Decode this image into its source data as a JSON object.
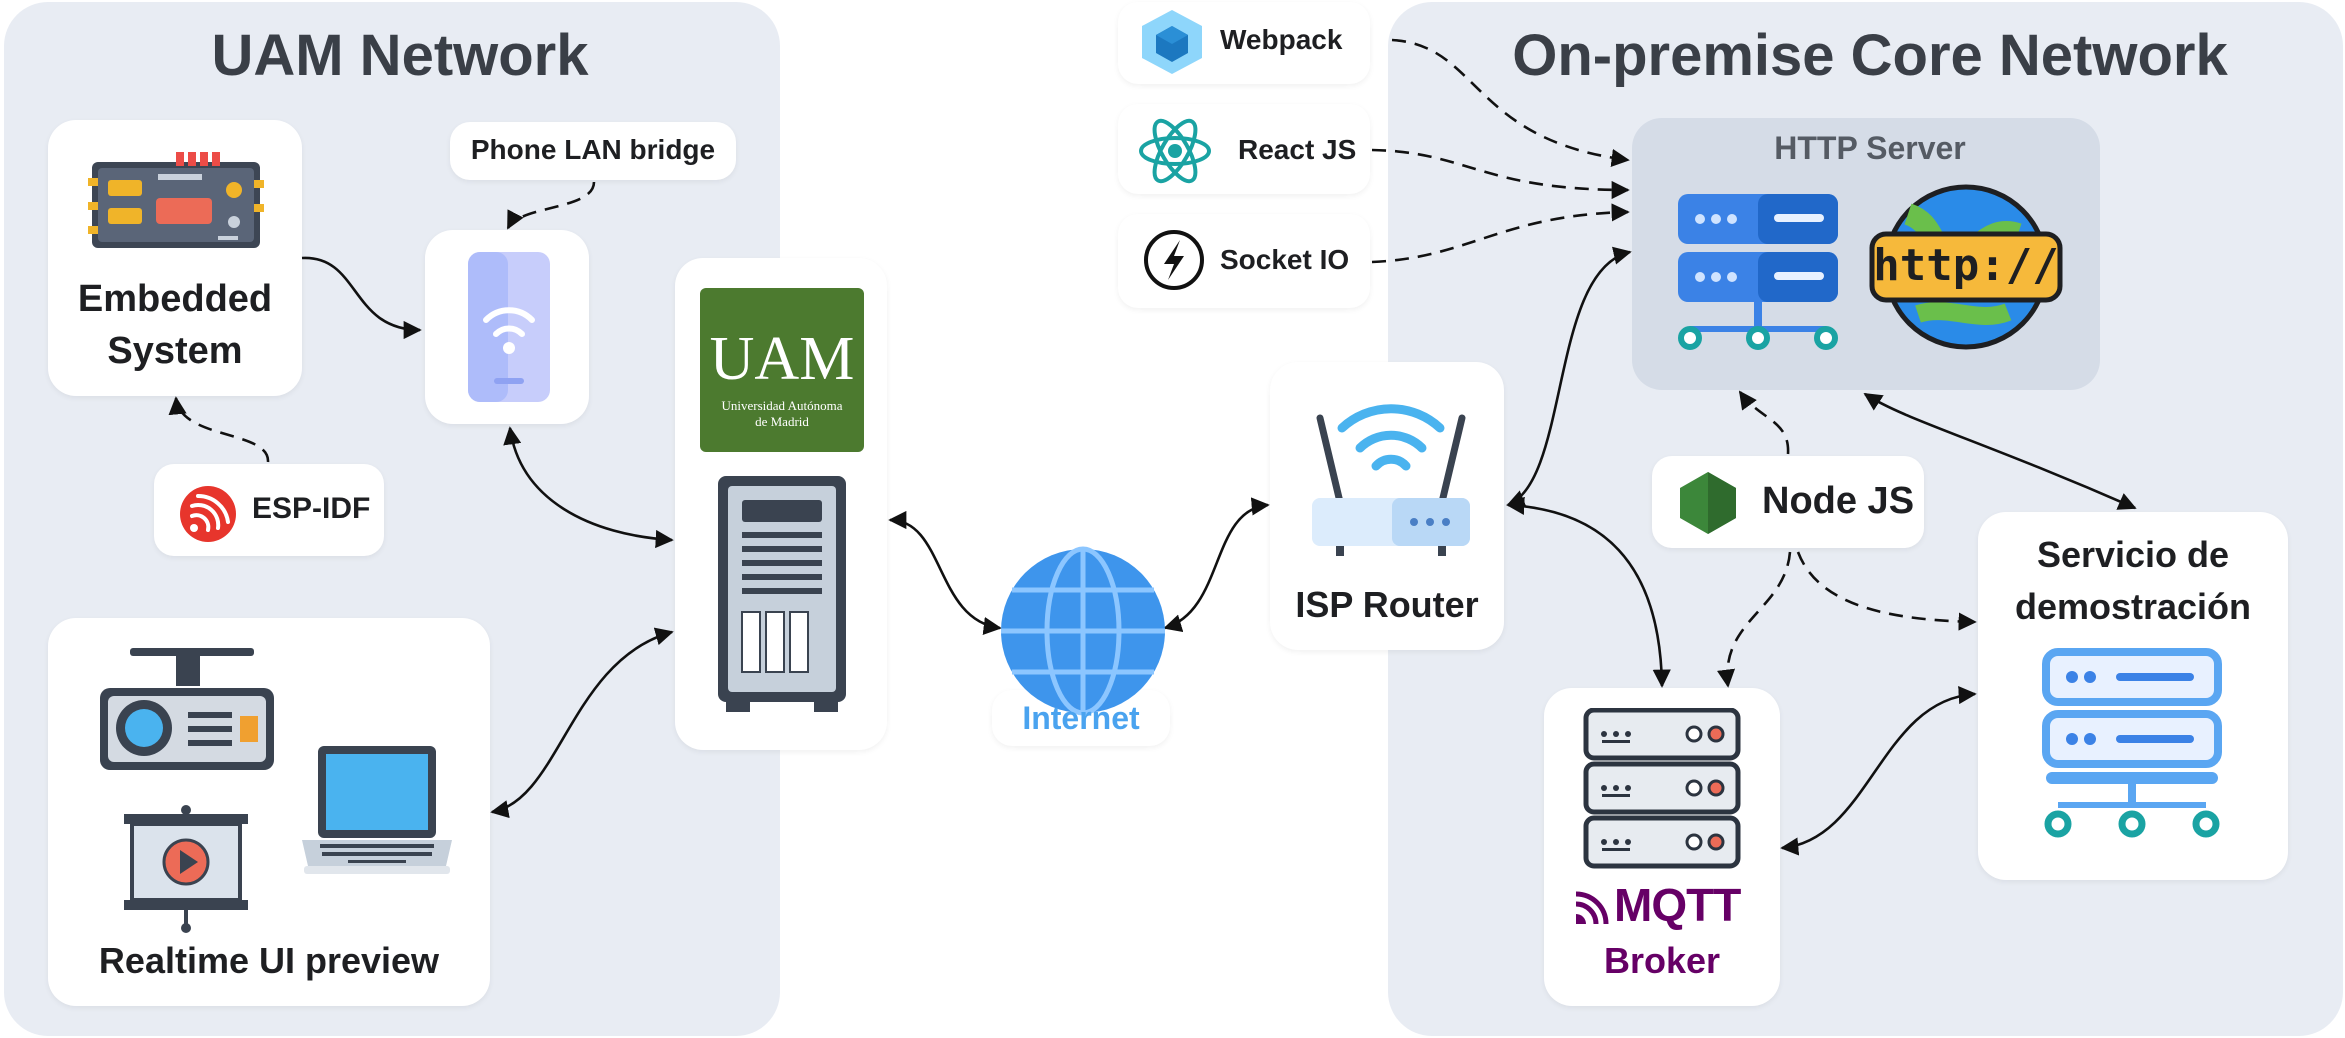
{
  "regions": {
    "uam": {
      "title": "UAM Network"
    },
    "core": {
      "title": "On-premise Core Network"
    }
  },
  "nodes": {
    "embedded": {
      "line1": "Embedded",
      "line2": "System",
      "icon": "circuit-board-icon"
    },
    "esp_idf": {
      "label": "ESP-IDF",
      "icon": "espressif-logo-icon"
    },
    "phone_bridge": {
      "label": "Phone LAN bridge",
      "icon": "smartphone-wifi-icon"
    },
    "realtime": {
      "label": "Realtime UI preview",
      "icons": [
        "projector-icon",
        "projection-screen-icon",
        "laptop-icon"
      ]
    },
    "uam_server": {
      "logo_main": "UAM",
      "logo_sub1": "Universidad Autónoma",
      "logo_sub2": "de Madrid",
      "icon": "server-tower-icon"
    },
    "internet": {
      "label": "Internet",
      "icon": "globe-icon"
    },
    "isp_router": {
      "label": "ISP Router",
      "icon": "wifi-router-icon"
    },
    "webpack": {
      "label": "Webpack",
      "icon": "webpack-logo-icon"
    },
    "react": {
      "label": "React JS",
      "icon": "react-logo-icon"
    },
    "socketio": {
      "label": "Socket IO",
      "icon": "socketio-logo-icon"
    },
    "http_server": {
      "label": "HTTP Server",
      "http_text": "http://",
      "icons": [
        "server-rack-icon",
        "http-globe-icon"
      ]
    },
    "nodejs": {
      "label": "Node JS",
      "icon": "nodejs-logo-icon"
    },
    "mqtt": {
      "logo": "MQTT",
      "label": "Broker",
      "icon": "server-stack-icon"
    },
    "demo": {
      "line1": "Servicio de",
      "line2": "demostración",
      "icon": "server-rack-icon"
    }
  },
  "colors": {
    "region_bg": "#e8ecf3",
    "http_bg": "#d5dce7",
    "internet_blue": "#4aa3ef",
    "mqtt_purple": "#660066",
    "uam_green": "#4c7a2f",
    "server_blue": "#3b82e6"
  },
  "edges": [
    {
      "from": "embedded",
      "to": "phone_bridge",
      "style": "solid",
      "arrows": "end"
    },
    {
      "from": "esp_idf",
      "to": "embedded",
      "style": "dashed",
      "arrows": "end"
    },
    {
      "from": "phone_bridge_label",
      "to": "phone_bridge",
      "style": "dashed",
      "arrows": "end"
    },
    {
      "from": "phone_bridge",
      "to": "uam_server",
      "style": "solid",
      "arrows": "both"
    },
    {
      "from": "realtime",
      "to": "uam_server",
      "style": "solid",
      "arrows": "both"
    },
    {
      "from": "uam_server",
      "to": "internet",
      "style": "solid",
      "arrows": "both"
    },
    {
      "from": "internet",
      "to": "isp_router",
      "style": "solid",
      "arrows": "both"
    },
    {
      "from": "isp_router",
      "to": "http_server",
      "style": "solid",
      "arrows": "both"
    },
    {
      "from": "isp_router",
      "to": "mqtt",
      "style": "solid",
      "arrows": "both"
    },
    {
      "from": "webpack",
      "to": "http_server",
      "style": "dashed",
      "arrows": "end"
    },
    {
      "from": "react",
      "to": "http_server",
      "style": "dashed",
      "arrows": "end"
    },
    {
      "from": "socketio",
      "to": "http_server",
      "style": "dashed",
      "arrows": "end"
    },
    {
      "from": "nodejs",
      "to": "http_server",
      "style": "dashed",
      "arrows": "end"
    },
    {
      "from": "nodejs",
      "to": "mqtt",
      "style": "dashed",
      "arrows": "end"
    },
    {
      "from": "nodejs",
      "to": "demo",
      "style": "dashed",
      "arrows": "end"
    },
    {
      "from": "http_server",
      "to": "demo",
      "style": "solid",
      "arrows": "both"
    },
    {
      "from": "mqtt",
      "to": "demo",
      "style": "solid",
      "arrows": "both"
    }
  ]
}
